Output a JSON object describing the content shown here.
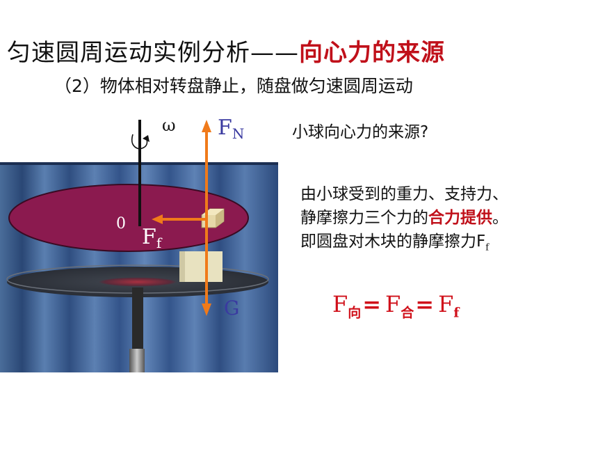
{
  "slide": {
    "title_main": "匀速圆周运动实例分析——",
    "title_highlight": "向心力的来源",
    "subtitle": "（2）物体相对转盘静止，随盘做匀速圆周运动",
    "question": "小球向心力的来源?",
    "explanation": {
      "line1": "由小球受到的重力、支持力、",
      "line2_prefix": "静摩擦力三个力的",
      "line2_highlight": "合力提供",
      "line2_suffix": "。",
      "line3": "即圆盘对木块的静摩擦力F",
      "line3_sub": "f"
    },
    "formula": {
      "f1": "F",
      "f1_sub": "向",
      "eq1": "=",
      "f2": "F",
      "f2_sub": "合",
      "eq2": "=",
      "f3": "F",
      "f3_sub": "f"
    }
  },
  "diagram": {
    "omega_label": "ω",
    "center_label": "0",
    "fn_label": "F",
    "fn_sub": "N",
    "ff_label": "F",
    "ff_sub": "f",
    "g_label": "G"
  },
  "colors": {
    "arrow": "#f07a1a",
    "disc": "#8b1a4f",
    "highlight_text": "#c0101a",
    "force_label": "#3a3aa0"
  }
}
